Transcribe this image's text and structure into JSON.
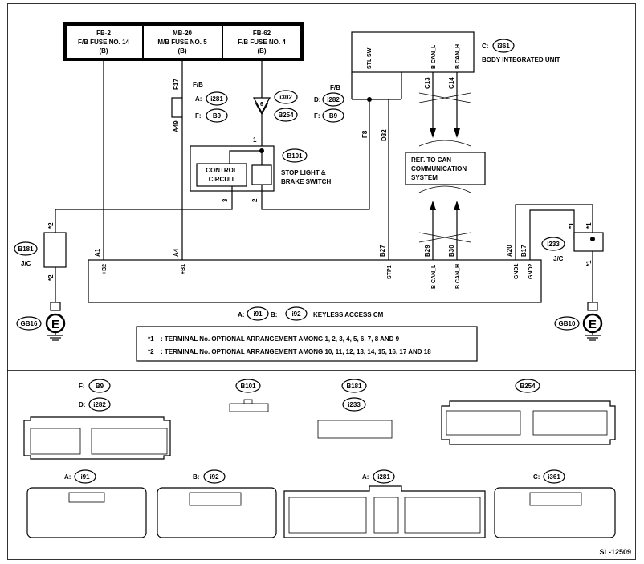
{
  "fuse_boxes": [
    {
      "id": "FB-2",
      "name": "F/B FUSE NO. 14",
      "sub": "(B)"
    },
    {
      "id": "MB-20",
      "name": "M/B FUSE NO. 5",
      "sub": "(B)"
    },
    {
      "id": "FB-62",
      "name": "F/B FUSE NO. 4",
      "sub": "(B)"
    }
  ],
  "body_unit": {
    "connector": "C:",
    "code": "i361",
    "name": "BODY INTEGRATED UNIT",
    "pins": [
      "STL SW",
      "B CAN_L",
      "B CAN_H"
    ],
    "terms": [
      "C13",
      "C14"
    ]
  },
  "fb_left": {
    "title": "F/B",
    "a": "A:",
    "a_code": "i281",
    "f": "F:",
    "f_code": "B9",
    "term1": "F17",
    "term2": "A49"
  },
  "fb_right": {
    "title": "F/B",
    "d": "D:",
    "d_code": "i282",
    "f": "F:",
    "f_code": "B9",
    "term1": "F8",
    "term2": "D32"
  },
  "fuse_conn": {
    "code1": "i302",
    "code2": "B254",
    "pin": "6"
  },
  "switch": {
    "code": "B101",
    "label1": "STOP LIGHT &",
    "label2": "BRAKE SWITCH",
    "ctrl1": "CONTROL",
    "ctrl2": "CIRCUIT",
    "p1": "1",
    "p2": "2",
    "p3": "3"
  },
  "can_ref": {
    "l1": "REF. TO CAN",
    "l2": "COMMUNICATION",
    "l3": "SYSTEM"
  },
  "jc_left": {
    "code": "B181",
    "label": "J/C",
    "star": "*2"
  },
  "jc_right": {
    "code": "i233",
    "label": "J/C",
    "star": "*1"
  },
  "cm": {
    "title_a": "A:",
    "code_a": "i91",
    "title_b": "B:",
    "code_b": "i92",
    "name": "KEYLESS ACCESS CM",
    "terms": [
      "A1",
      "A4",
      "B27",
      "B29",
      "B30",
      "A20",
      "B17"
    ],
    "pins": [
      "+B2",
      "+B1",
      "STP1",
      "B CAN_L",
      "B CAN_H",
      "GND1",
      "GND2"
    ]
  },
  "grounds": [
    "GB16",
    "GB10"
  ],
  "ground_symbol": "E",
  "notes": [
    {
      "star": "*1",
      "text": ": TERMINAL No. OPTIONAL ARRANGEMENT AMONG 1, 2, 3, 4, 5, 6, 7, 8 AND 9"
    },
    {
      "star": "*2",
      "text": ": TERMINAL No. OPTIONAL ARRANGEMENT AMONG 10, 11, 12, 13, 14, 15, 16, 17 AND 18"
    }
  ],
  "connectors": {
    "fb_f": "F:",
    "fb_f_code": "B9",
    "fb_d": "D:",
    "fb_d_code": "i282",
    "b101": "B101",
    "b181": "B181",
    "i233": "i233",
    "b254": "B254",
    "i91_a": "A:",
    "i91": "i91",
    "i92_b": "B:",
    "i92": "i92",
    "i281_a": "A:",
    "i281": "i281",
    "i361_c": "C:",
    "i361": "i361"
  },
  "page_id": "SL-12509"
}
